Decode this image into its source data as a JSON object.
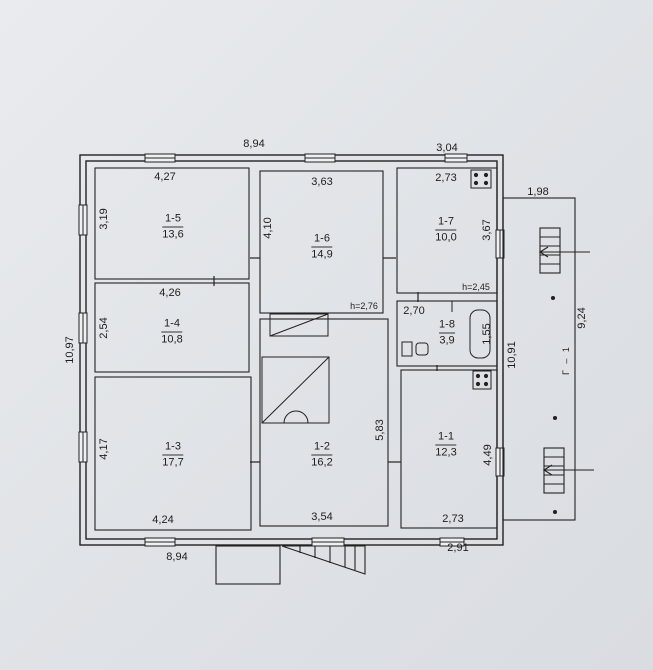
{
  "rooms": [
    {
      "id": "1-5",
      "area": "13,6"
    },
    {
      "id": "1-6",
      "area": "14,9"
    },
    {
      "id": "1-7",
      "area": "10,0"
    },
    {
      "id": "1-4",
      "area": "10,8"
    },
    {
      "id": "1-8",
      "area": "3,9"
    },
    {
      "id": "1-3",
      "area": "17,7"
    },
    {
      "id": "1-2",
      "area": "16,2"
    },
    {
      "id": "1-1",
      "area": "12,3"
    }
  ],
  "dimensions": {
    "top_total": "8,94",
    "top_right": "3,04",
    "porch_width": "1,98",
    "left_total": "10,97",
    "right_total": "10,91",
    "porch_length": "9,24",
    "bottom_total": "8,94",
    "bottom_right": "2,91",
    "r15_width": "4,27",
    "r15_height": "3,19",
    "r16_width": "3,63",
    "r16_height": "4,10",
    "r16_ceiling": "h=2,76",
    "r17_width": "2,73",
    "r17_height": "3,67",
    "r17_ceiling": "h=2,45",
    "r14_width": "4,26",
    "r14_height": "2,54",
    "r18_width": "2,70",
    "r18_height": "1,55",
    "r13_height": "4,17",
    "r13_width": "4,24",
    "r12_height": "5,83",
    "r12_width": "3,54",
    "r11_width": "2,73",
    "r11_height": "4,49"
  },
  "porch_marks": "Г – 1"
}
